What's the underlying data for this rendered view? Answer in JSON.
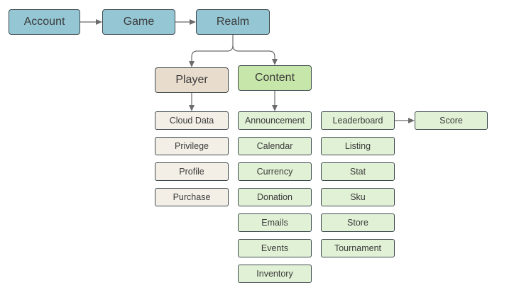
{
  "top_row": {
    "account": "Account",
    "game": "Game",
    "realm": "Realm"
  },
  "player": {
    "title": "Player",
    "items": [
      "Cloud Data",
      "Privilege",
      "Profile",
      "Purchase"
    ]
  },
  "content": {
    "title": "Content",
    "items": [
      "Announcement",
      "Calendar",
      "Currency",
      "Donation",
      "Emails",
      "Events",
      "Inventory"
    ],
    "items2": [
      "Leaderboard",
      "Listing",
      "Stat",
      "Sku",
      "Store",
      "Tournament"
    ]
  },
  "score": "Score",
  "colors": {
    "top_row": "#94c6d4",
    "player_header": "#e8dccd",
    "player_items": "#f3eee6",
    "content_header": "#c7e6a9",
    "content_items": "#e1f1d5",
    "border": "#3f4a4f",
    "connector": "#6b6b6b"
  }
}
